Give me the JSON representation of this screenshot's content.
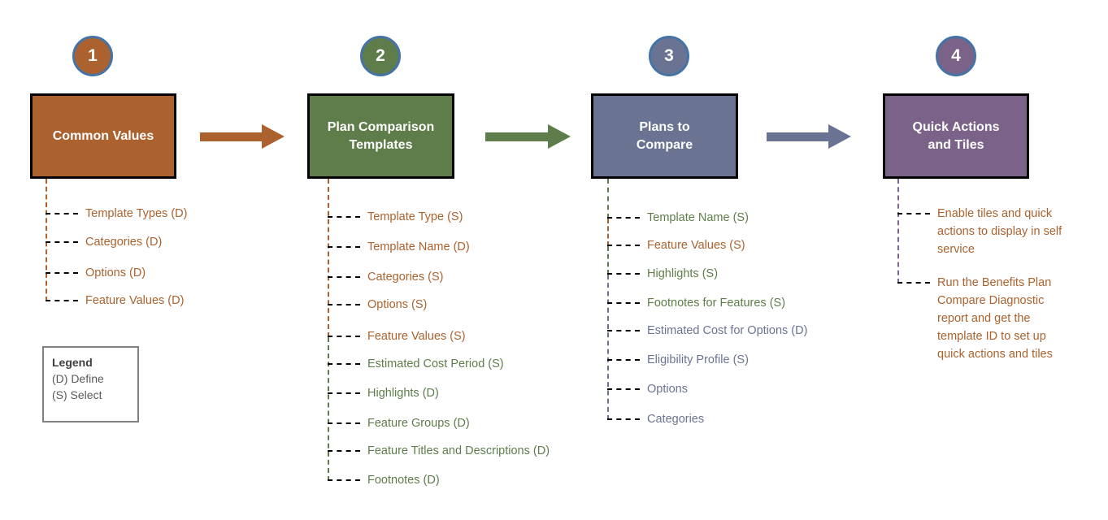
{
  "palette": {
    "brown": "#AB622E",
    "green": "#5F7D4A",
    "blue": "#6A7492",
    "purple": "#7A6288",
    "purple-line": "#7D6590",
    "circle-border": "#4573A6",
    "box-border": "#000000",
    "legend-border": "#808080",
    "legend-title": "#3F3F3F",
    "legend-text": "#595959"
  },
  "steps": [
    {
      "number": "1",
      "title_lines": [
        "Common Values"
      ],
      "items": [
        "Template Types (D)",
        "Categories (D)",
        "Options (D)",
        "Feature Values (D)"
      ]
    },
    {
      "number": "2",
      "title_lines": [
        "Plan Comparison",
        "Templates"
      ],
      "items": [
        "Template Type (S)",
        "Template Name (D)",
        "Categories (S)",
        "Options (S)",
        "Feature Values (S)",
        "Estimated Cost Period (S)",
        "Highlights (D)",
        "Feature Groups (D)",
        "Feature Titles and Descriptions (D)",
        "Footnotes (D)"
      ]
    },
    {
      "number": "3",
      "title_lines": [
        "Plans to",
        "Compare"
      ],
      "items": [
        "Template Name (S)",
        "Feature Values (S)",
        "Highlights (S)",
        "Footnotes for Features (S)",
        "Estimated Cost for Options (D)",
        "Eligibility Profile (S)",
        "Options",
        "Categories"
      ]
    },
    {
      "number": "4",
      "title_lines": [
        "Quick Actions",
        "and Tiles"
      ],
      "items": [
        "Enable tiles and quick actions to display in self service",
        "Run the Benefits Plan Compare Diagnostic report and get the template ID to set up quick actions and tiles"
      ]
    }
  ],
  "legend": {
    "title": "Legend",
    "define": "(D) Define",
    "select": "(S) Select"
  }
}
